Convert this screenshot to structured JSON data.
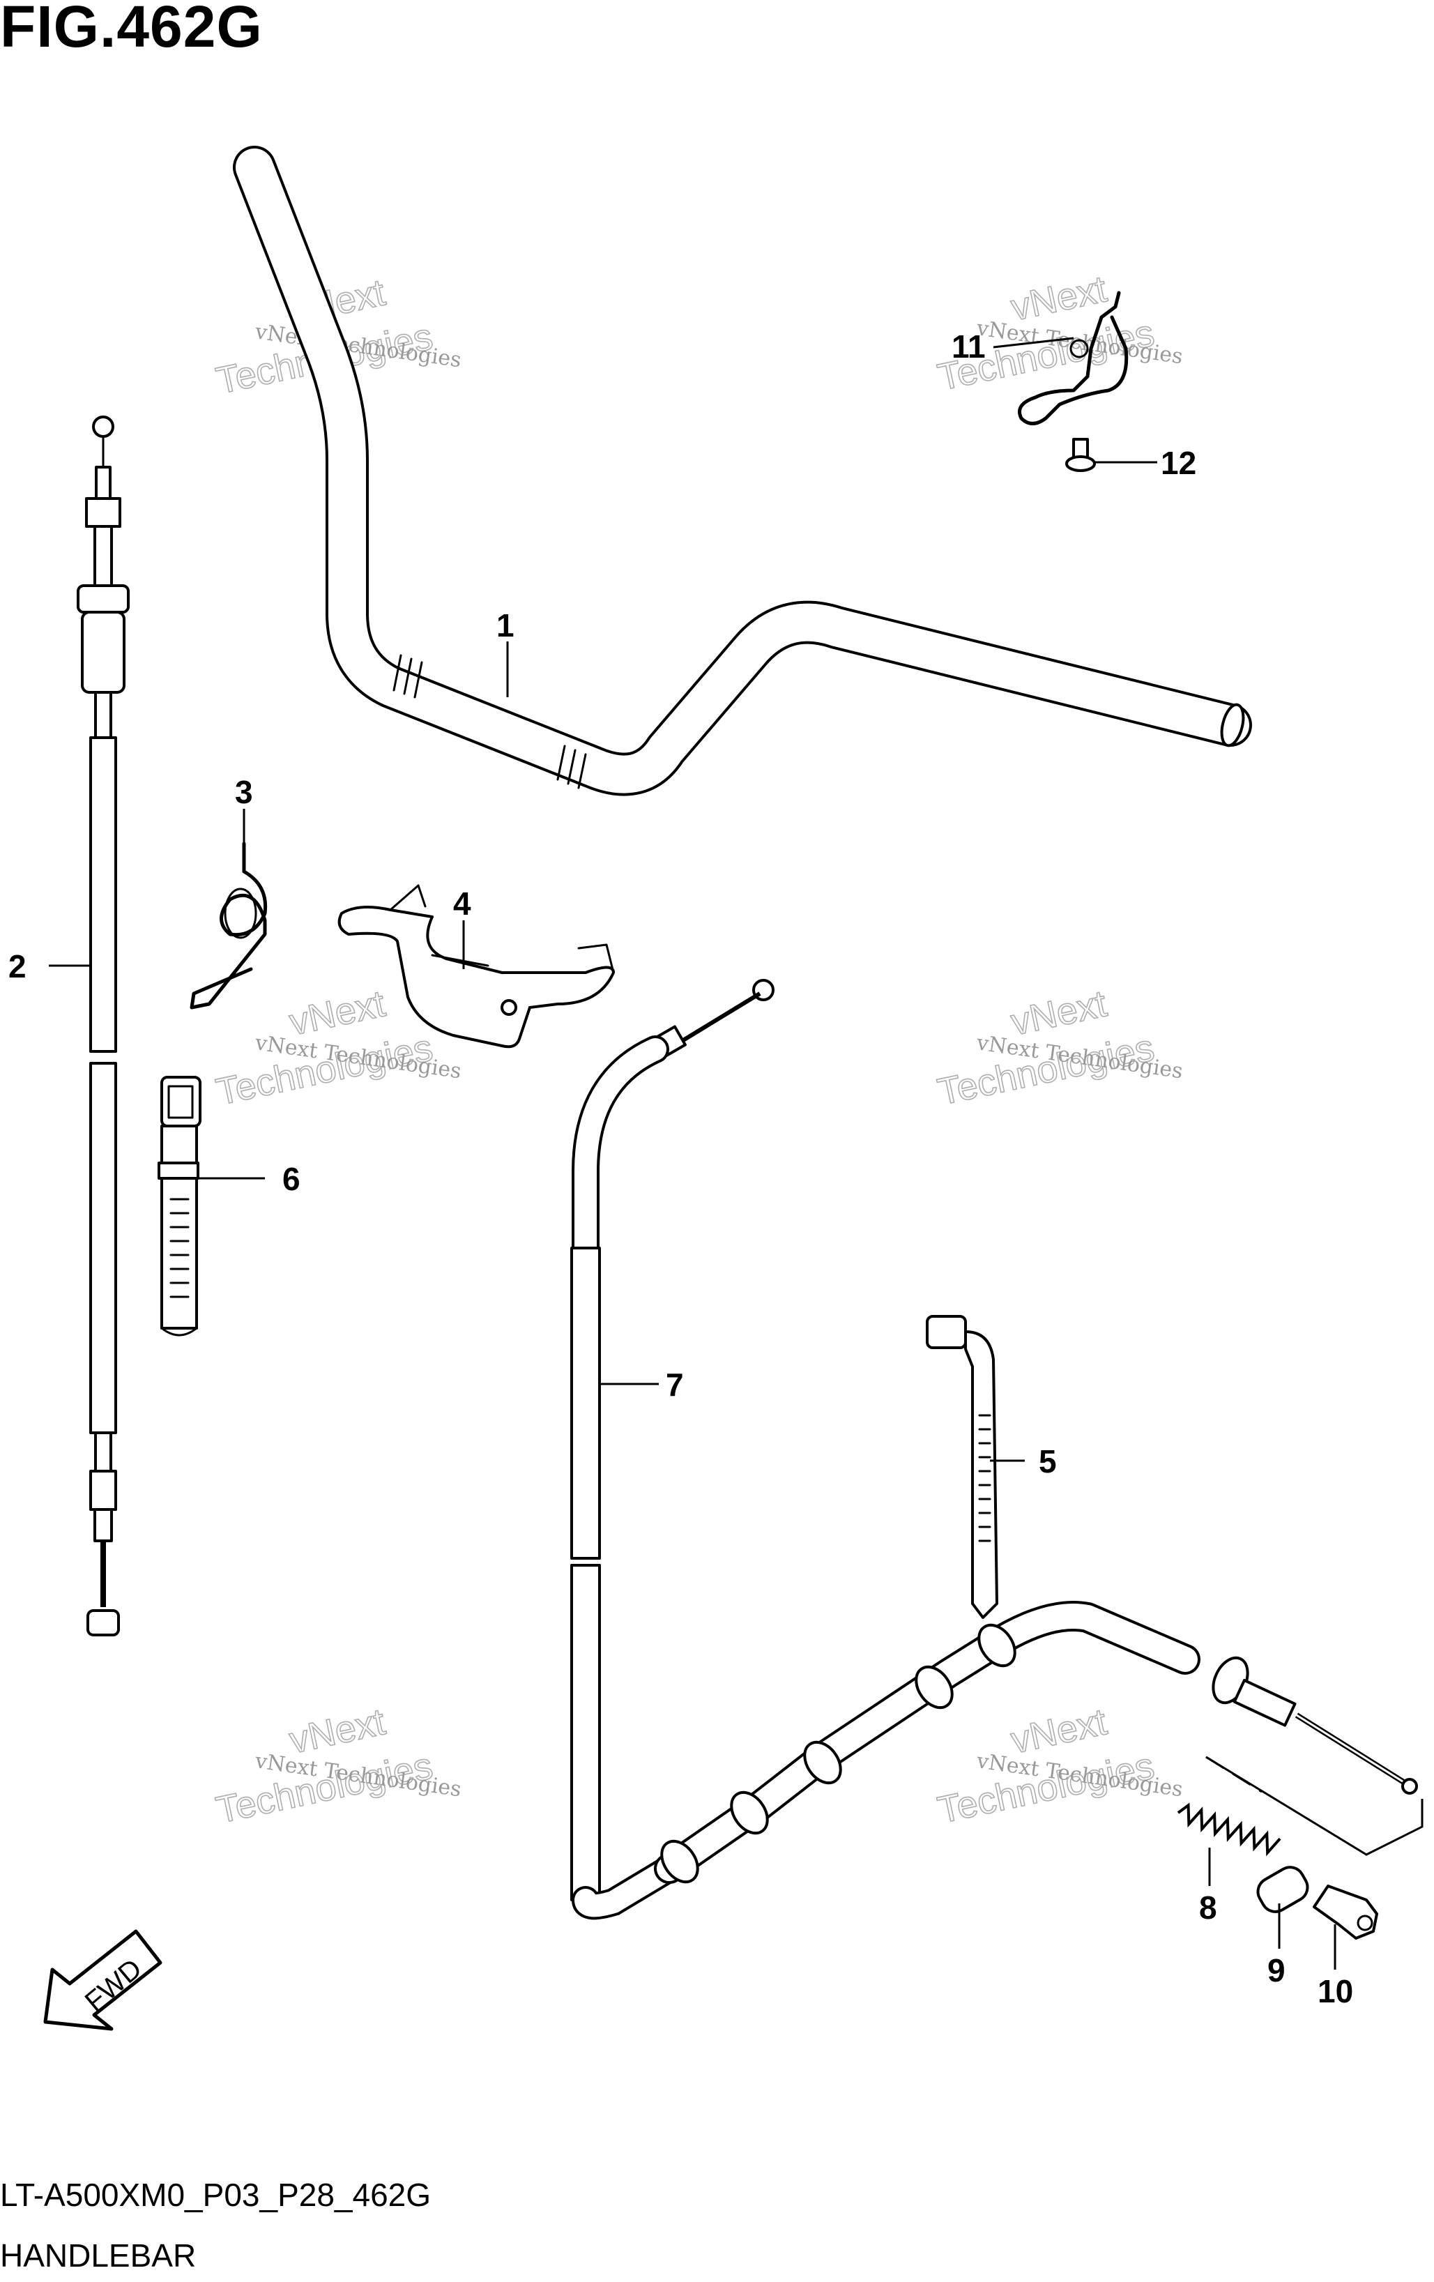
{
  "figure": {
    "title": "FIG.462G",
    "code": "LT-A500XM0_P03_P28_462G",
    "subtitle": "HANDLEBAR"
  },
  "direction_label": "FWD",
  "watermark": {
    "line1": "vNext Technologies",
    "line2": "vNext",
    "line3": "Technologies"
  },
  "callouts": {
    "c1": "1",
    "c2": "2",
    "c3": "3",
    "c4": "4",
    "c5": "5",
    "c6": "6",
    "c7": "7",
    "c8": "8",
    "c9": "9",
    "c10": "10",
    "c11": "11",
    "c12": "12"
  },
  "colors": {
    "ink": "#000000",
    "paper": "#ffffff",
    "watermark": "#9a9a9a"
  }
}
